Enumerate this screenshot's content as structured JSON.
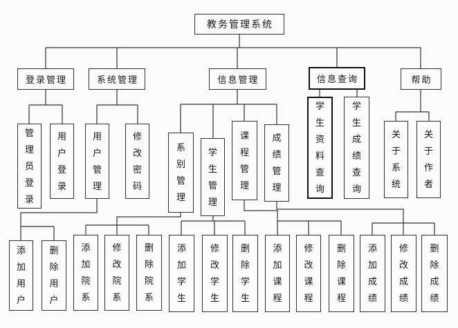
{
  "diagram": {
    "title": "教务管理系统",
    "type": "hierarchy-tree",
    "colors": {
      "background": "#fbfbfb",
      "line": "#2f2f2f",
      "box_border": "#2e2e2e",
      "bold_box_border": "#0d0d0d",
      "text": "#161616"
    },
    "nodes": {
      "root": "教务管理系统",
      "login_mgmt": "登录管理",
      "system_mgmt": "系统管理",
      "info_mgmt": "信息管理",
      "info_query": "信息查询",
      "help": "帮助",
      "admin_login": "管理员登录",
      "user_login": "用户登录",
      "user_mgmt": "用户管理",
      "change_password": "修改密码",
      "dept_mgmt": "系别管理",
      "student_mgmt": "学生管理",
      "course_mgmt": "课程管理",
      "grade_mgmt": "成绩管理",
      "student_info_query": "学生资料查询",
      "student_grade_query": "学生成绩查询",
      "about_system": "关于系统",
      "about_author": "关于作者",
      "add_user": "添加用户",
      "delete_user": "删除用户",
      "add_dept": "添加院系",
      "modify_dept": "修改院系",
      "delete_dept": "删除院系",
      "add_student": "添加学生",
      "modify_student": "修改学生",
      "delete_student": "删除学生",
      "add_course": "添加课程",
      "modify_course": "修改课程",
      "delete_course": "删除课程",
      "add_grade": "添加成绩",
      "modify_grade": "修改成绩",
      "delete_grade": "删除成绩"
    },
    "structure": {
      "root": [
        "login_mgmt",
        "system_mgmt",
        "info_mgmt",
        "info_query",
        "help"
      ],
      "login_mgmt": [
        "admin_login",
        "user_login"
      ],
      "system_mgmt": [
        "user_mgmt",
        "change_password"
      ],
      "user_mgmt": [
        "add_user",
        "delete_user"
      ],
      "info_mgmt": [
        "dept_mgmt",
        "student_mgmt",
        "course_mgmt",
        "grade_mgmt"
      ],
      "dept_mgmt": [
        "add_dept",
        "modify_dept",
        "delete_dept"
      ],
      "student_mgmt": [
        "add_student",
        "modify_student",
        "delete_student"
      ],
      "course_mgmt": [
        "add_course",
        "modify_course",
        "delete_course"
      ],
      "grade_mgmt": [
        "add_grade",
        "modify_grade",
        "delete_grade"
      ],
      "info_query": [
        "student_info_query",
        "student_grade_query"
      ],
      "help": [
        "about_system",
        "about_author"
      ]
    }
  }
}
